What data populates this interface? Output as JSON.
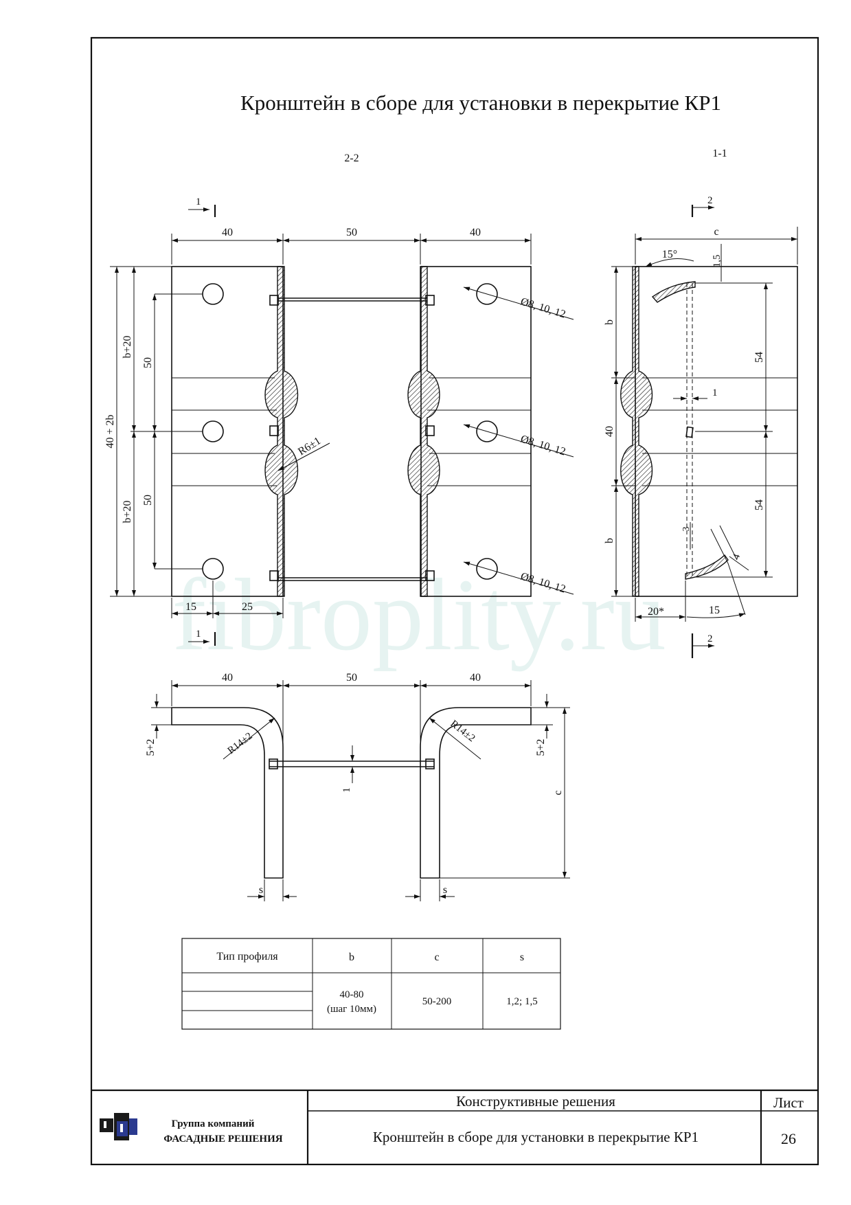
{
  "title": "Кронштейн в сборе для установки в перекрытие КР1",
  "watermark": "fibroplity.ru",
  "views": {
    "section_22": {
      "label": "2-2",
      "marker_top": "1",
      "marker_bottom": "1",
      "dims": {
        "top_left": "40",
        "top_mid": "50",
        "top_right": "40",
        "overall_height": "40 + 2b",
        "b20_top": "b+20",
        "b20_bottom": "b+20",
        "hole_top": "50",
        "hole_bottom": "50",
        "bottom_15": "15",
        "bottom_25": "25",
        "radius": "R6±1",
        "hole_d1": "Ø8, 10, 12",
        "hole_d2": "Ø8, 10, 12",
        "hole_d3": "Ø8, 10, 12"
      }
    },
    "section_11": {
      "label": "1-1",
      "marker_top": "2",
      "marker_bottom": "2",
      "dims": {
        "width_c": "c",
        "angle": "15°",
        "thick": "1,5",
        "b_top": "b",
        "mid_40": "40",
        "b_bottom": "b",
        "d54_top": "54",
        "d54_bottom": "54",
        "d1": "1",
        "d3": "3",
        "d4": "4",
        "bottom_20": "20*",
        "bottom_15": "15"
      }
    },
    "plan": {
      "dims": {
        "top_left": "40",
        "top_mid": "50",
        "top_right": "40",
        "left_5": "5+2",
        "right_5": "5+2",
        "r_left": "R14±2",
        "r_right": "R14±2",
        "gap_1": "1",
        "height_c": "c",
        "s_left": "s",
        "s_right": "s"
      }
    }
  },
  "table": {
    "headers": [
      "Тип профиля",
      "b",
      "c",
      "s"
    ],
    "b_value": "40-80",
    "b_step": "(шаг 10мм)",
    "c_value": "50-200",
    "s_value": "1,2; 1,5"
  },
  "title_block": {
    "company_line1": "Группа компаний",
    "company_line2": "ФАСАДНЫЕ РЕШЕНИЯ",
    "section": "Конструктивные решения",
    "drawing_name": "Кронштейн в сборе для установки в перекрытие КР1",
    "sheet_label": "Лист",
    "sheet_number": "26"
  },
  "colors": {
    "ink": "#111111",
    "logo_dark": "#1a1a1a",
    "logo_blue": "#2b3a8f",
    "watermark": "#e6f3f1"
  }
}
